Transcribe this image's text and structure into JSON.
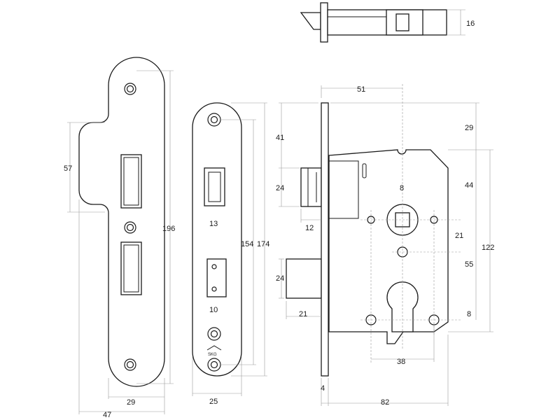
{
  "dimensions": {
    "top_view_thickness": "16",
    "strike_opening_height": "57",
    "strike_total_height": "196",
    "strike_width": "29",
    "strike_total_width": "47",
    "faceplate_latch_width": "13",
    "faceplate_bolt_width": "10",
    "faceplate_hole_spacing": "154",
    "faceplate_height": "174",
    "faceplate_width": "25",
    "backset": "51",
    "latch_offset": "41",
    "latch_height": "24",
    "latch_depth": "12",
    "bolt_height": "24",
    "bolt_depth": "21",
    "top_to_follower": "29",
    "follower_offset": "44",
    "follower_square": "8",
    "follower_hole_spacing": "21",
    "case_height": "122",
    "center_distance": "55",
    "cylinder_hole_offset": "8",
    "cylinder_hole_spacing": "38",
    "forend_thickness": "4",
    "case_depth": "82"
  },
  "faceplate_mark": "SKG"
}
